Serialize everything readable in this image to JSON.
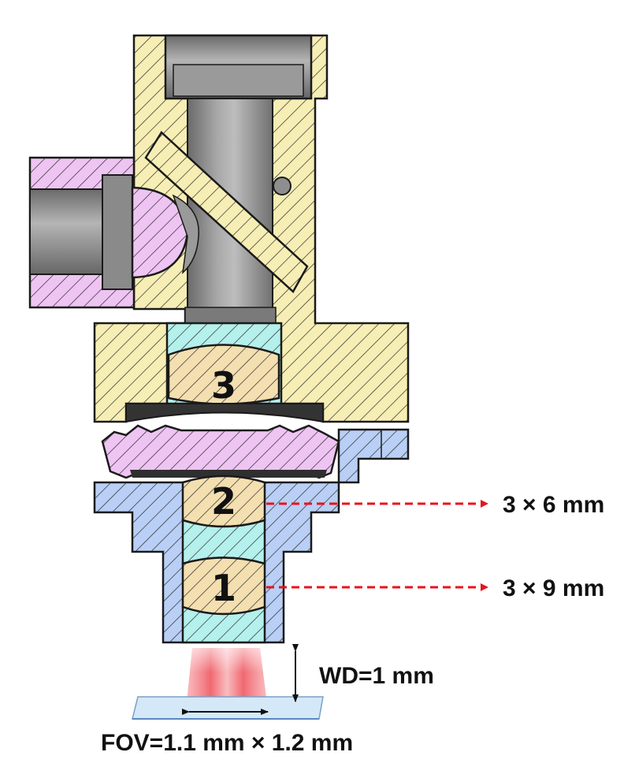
{
  "diagram": {
    "lens_labels": {
      "lens3": "3",
      "lens2": "2",
      "lens1": "1"
    },
    "dimension_lens2": "3 × 6 mm",
    "dimension_lens1": "3 × 9 mm",
    "working_distance": "WD=1 mm",
    "field_of_view": "FOV=1.1 mm × 1.2 mm",
    "colors": {
      "yellow_body": "#f6eeb4",
      "magenta_part": "#eec4f2",
      "cyan_part": "#b4f0ec",
      "blue_body": "#b9cff5",
      "lens_tan": "#f3dfb0",
      "gray_metal": "#8e8e8e",
      "arrow_red": "#e8141c",
      "beam_red": "#f4606a",
      "slide_blue": "#d4e8f8"
    }
  }
}
